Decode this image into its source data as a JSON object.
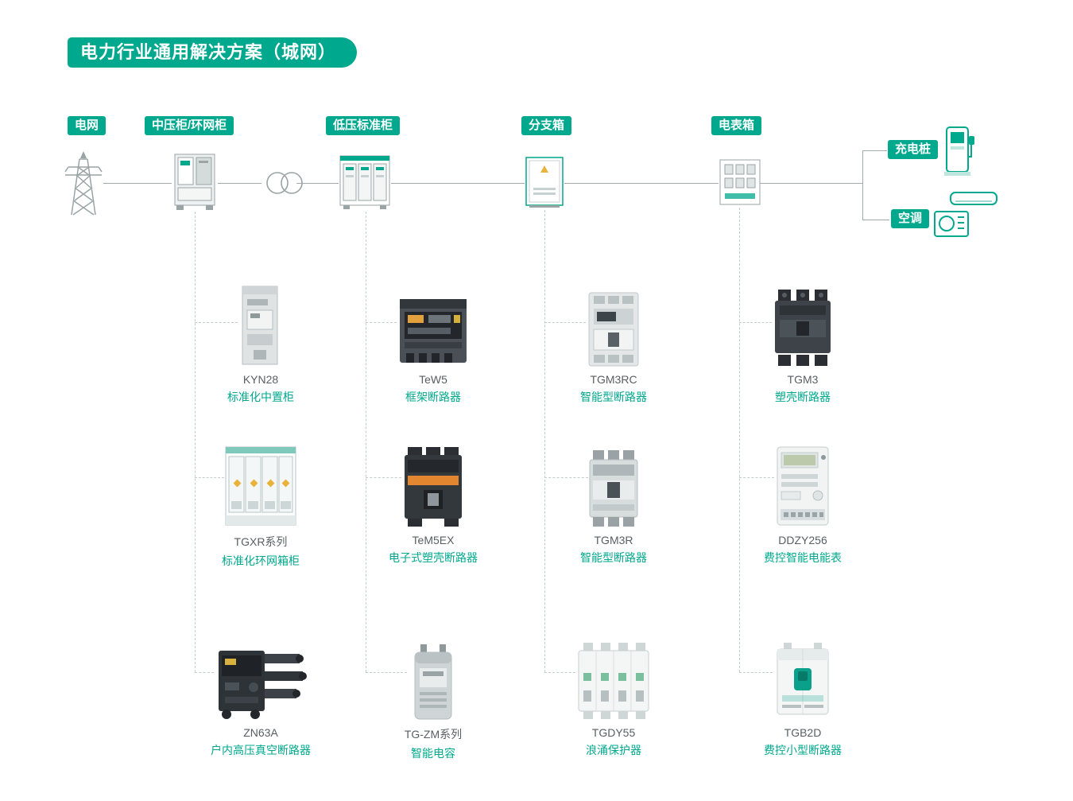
{
  "title": "电力行业通用解决方案（城网）",
  "colors": {
    "accent": "#00A88E",
    "connector_line": "#a0abab",
    "dashed_line": "#c4cdcd",
    "product_name_text": "#585f63"
  },
  "nodes": {
    "grid": "电网",
    "mv": "中压柜/环网柜",
    "lv": "低压标准柜",
    "branch": "分支箱",
    "meter": "电表箱",
    "charger": "充电桩",
    "ac": "空调"
  },
  "products": {
    "kyn28": {
      "name": "KYN28",
      "desc": "标准化中置柜"
    },
    "tgxr": {
      "name": "TGXR系列",
      "desc": "标准化环网箱柜"
    },
    "zn63a": {
      "name": "ZN63A",
      "desc": "户内高压真空断路器"
    },
    "tew5": {
      "name": "TeW5",
      "desc": "框架断路器"
    },
    "tem5ex": {
      "name": "TeM5EX",
      "desc": "电子式塑壳断路器"
    },
    "tgzm": {
      "name": "TG-ZM系列",
      "desc": "智能电容"
    },
    "tgm3rc": {
      "name": "TGM3RC",
      "desc": "智能型断路器"
    },
    "tgm3r": {
      "name": "TGM3R",
      "desc": "智能型断路器"
    },
    "tgdy55": {
      "name": "TGDY55",
      "desc": "浪涌保护器"
    },
    "tgm3": {
      "name": "TGM3",
      "desc": "塑壳断路器"
    },
    "ddzy256": {
      "name": "DDZY256",
      "desc": "费控智能电能表"
    },
    "tgb2d": {
      "name": "TGB2D",
      "desc": "费控小型断路器"
    }
  }
}
